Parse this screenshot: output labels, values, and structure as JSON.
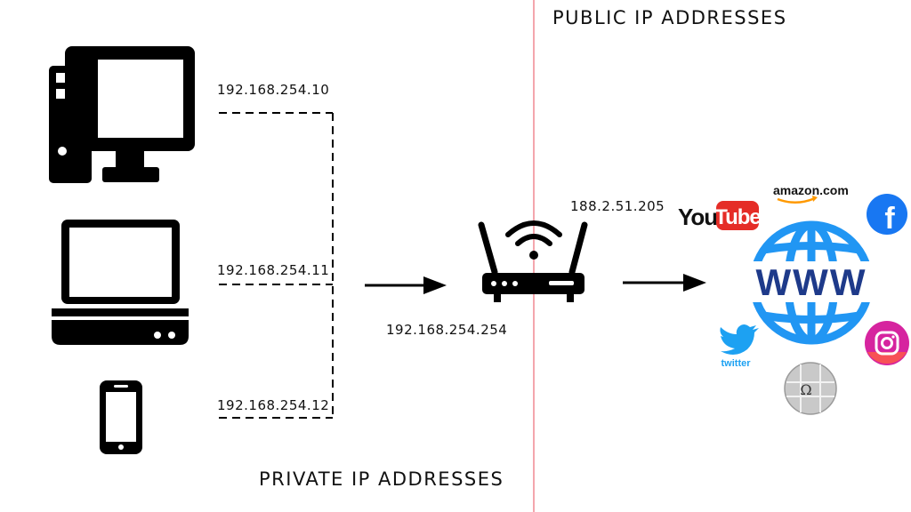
{
  "titles": {
    "public": "PUBLIC IP ADDRESSES",
    "private": "PRIVATE IP ADDRESSES"
  },
  "devices": [
    {
      "name": "desktop",
      "ip": "192.168.254.10"
    },
    {
      "name": "laptop",
      "ip": "192.168.254.11"
    },
    {
      "name": "phone",
      "ip": "192.168.254.12"
    }
  ],
  "router": {
    "private_ip": "192.168.254.254",
    "public_ip": "188.2.51.205"
  },
  "internet": {
    "globe_text": "WWW",
    "logos": {
      "youtube": {
        "you": "You",
        "tube": "Tube",
        "color": "#e52d27"
      },
      "amazon": {
        "text": "amazon.com",
        "accent": "#f90"
      },
      "facebook": {
        "glyph": "f",
        "color": "#1877f2"
      },
      "twitter": {
        "text": "twitter",
        "color": "#1da1f2"
      },
      "instagram": {
        "color": "#d6249f"
      },
      "wikipedia": {
        "glyph": "Ω"
      }
    },
    "globe_color": "#2196f3",
    "www_color": "#1e3a8a"
  },
  "divider_color": "#f4a6ad"
}
